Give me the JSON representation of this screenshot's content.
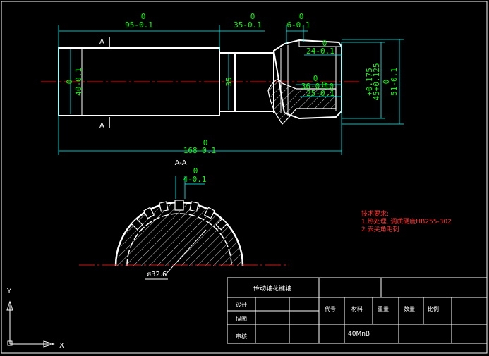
{
  "colors": {
    "background": "#000000",
    "outline": "#ffffff",
    "dimension": "#00ff00",
    "centerline": "#ff0000",
    "extension": "#00ffff",
    "notes": "#ff3333"
  },
  "dimensions": {
    "len_95_top": "0",
    "len_95": "95-0.1",
    "len_35_top": "0",
    "len_35": "35-0.1",
    "len_6_top": "0",
    "len_6": "6-0.1",
    "dia_24_top": "0",
    "dia_24": "24-0.1",
    "dia_40_top": "0",
    "dia_40": "40-0.1",
    "dia_35": "35",
    "dia_36_top": "0",
    "dia_36": "36-0.10",
    "dia_25_top": "0",
    "dia_25": "25-0.1",
    "dia_45_top": "+0.175",
    "dia_45": "45+0.125",
    "dia_51_top": "0",
    "dia_51": "51-0.1",
    "len_168_top": "0",
    "len_168": "168-0.1",
    "key_4_top": "0",
    "key_4": "4-0.1",
    "dia_32_6": "ø32.6"
  },
  "section_labels": {
    "a_top": "A",
    "a_bottom": "A",
    "section_title": "A-A"
  },
  "technical_notes": {
    "heading": "技术要求:",
    "line1": "1.热处理, 调质硬度HB255-302",
    "line2": "2.去尖角毛刺"
  },
  "title_block": {
    "part_name": "传动轴花键轴",
    "design": "设计",
    "check": "描图",
    "approve": "审核",
    "code": "代号",
    "material_label": "材料",
    "weight": "重量",
    "quantity": "数量",
    "scale": "比例",
    "material_value": "40MnB"
  },
  "ucs": {
    "x_label": "X",
    "y_label": "Y"
  }
}
